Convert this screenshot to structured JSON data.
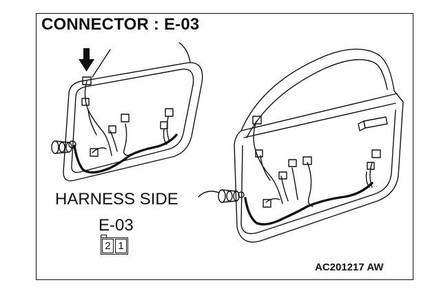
{
  "diagram": {
    "title": "CONNECTOR : E-03",
    "harness_side_label": "HARNESS SIDE",
    "connector_id": "E-03",
    "pins": [
      "2",
      "1"
    ],
    "figure_code": "AC201217 AW"
  }
}
